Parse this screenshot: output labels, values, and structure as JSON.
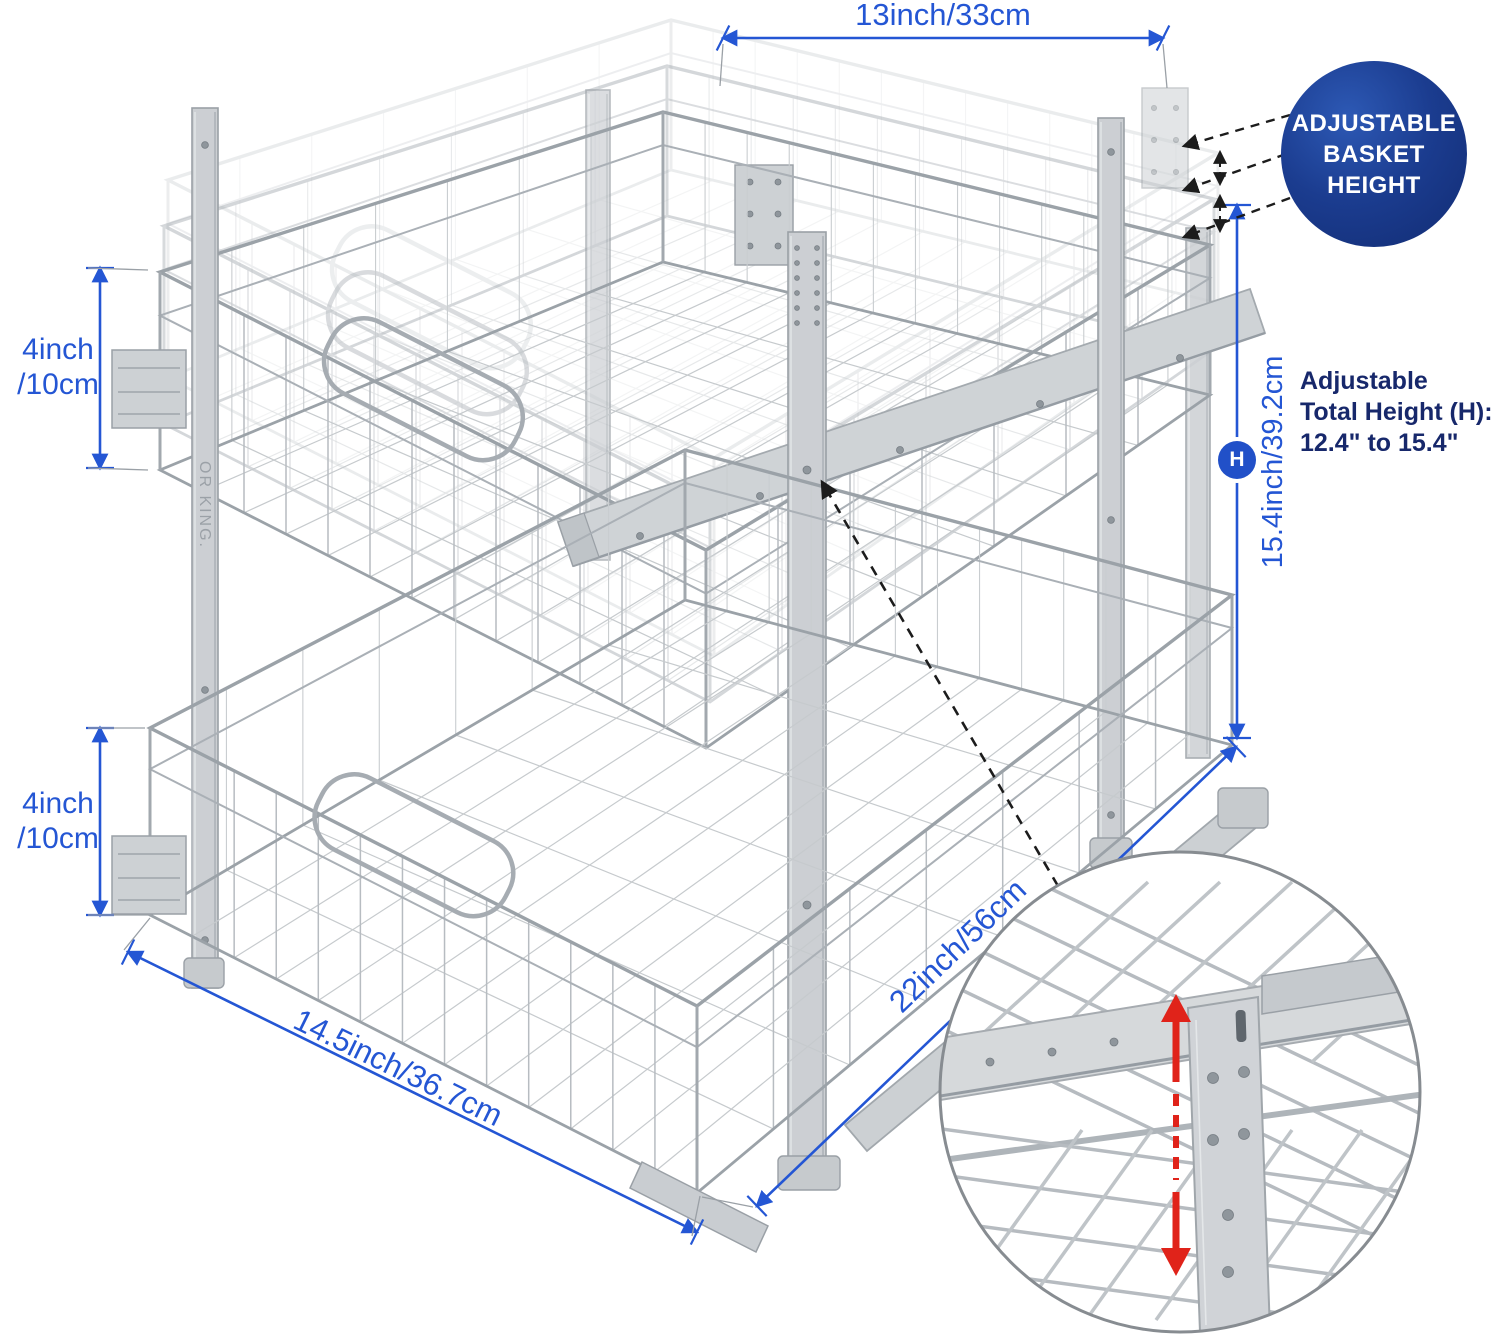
{
  "badge": {
    "line1": "ADJUSTABLE",
    "line2": "BASKET",
    "line3": "HEIGHT"
  },
  "dimensions": {
    "top_width": "13inch/33cm",
    "upper_basket_height": "4inch\n/10cm",
    "lower_basket_height": "4inch\n/10cm",
    "total_height": "15.4inch/39.2cm",
    "front_width": "14.5inch/36.7cm",
    "depth": "22inch/56cm",
    "height_marker": "H"
  },
  "note": {
    "line1": "Adjustable",
    "line2": "Total Height (H):",
    "line3": "12.4\" to 15.4\""
  },
  "brand_vertical_text": "OR KING.",
  "colors": {
    "dimension_blue": "#2456d4",
    "badge_navy": "#1b3c8f",
    "note_navy": "#17286b",
    "arrow_red": "#e0231a",
    "wire_gray": "#b7bcc1"
  }
}
